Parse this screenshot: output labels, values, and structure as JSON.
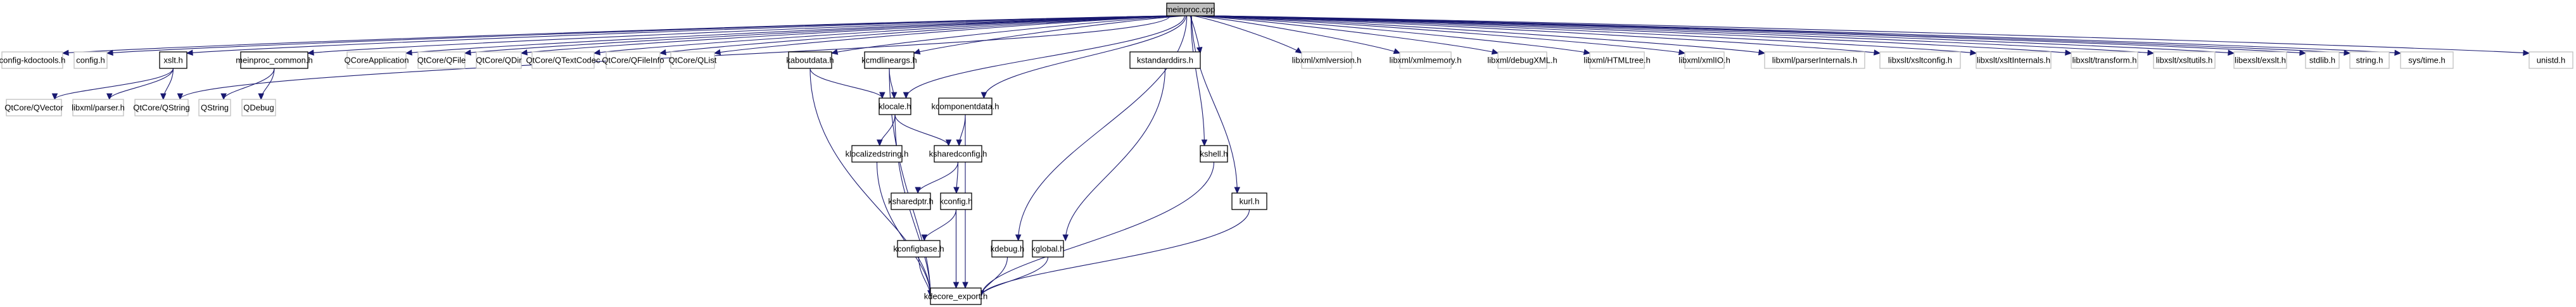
{
  "diagram": {
    "type": "include-dependency-graph",
    "root": "meinproc.cpp",
    "colors": {
      "edge": "#191970",
      "root_fill": "#bfbfbf",
      "local_border": "#000000",
      "external_border": "#bfbfbf"
    },
    "nodes": [
      {
        "id": "meinproc_cpp",
        "label": "meinproc.cpp",
        "kind": "root"
      },
      {
        "id": "config_kdoctools",
        "label": "config-kdoctools.h",
        "kind": "external"
      },
      {
        "id": "config_h",
        "label": "config.h",
        "kind": "external"
      },
      {
        "id": "xslt_h",
        "label": "xslt.h",
        "kind": "local"
      },
      {
        "id": "meinproc_common",
        "label": "meinproc_common.h",
        "kind": "local"
      },
      {
        "id": "qcoreapp",
        "label": "QCoreApplication",
        "kind": "external"
      },
      {
        "id": "qfile",
        "label": "QtCore/QFile",
        "kind": "external"
      },
      {
        "id": "qdir",
        "label": "QtCore/QDir",
        "kind": "external"
      },
      {
        "id": "qtextcodec",
        "label": "QtCore/QTextCodec",
        "kind": "external"
      },
      {
        "id": "qfileinfo",
        "label": "QtCore/QFileInfo",
        "kind": "external"
      },
      {
        "id": "qlist",
        "label": "QtCore/QList",
        "kind": "external"
      },
      {
        "id": "kaboutdata",
        "label": "kaboutdata.h",
        "kind": "local"
      },
      {
        "id": "kcmdlineargs",
        "label": "kcmdlineargs.h",
        "kind": "local"
      },
      {
        "id": "kstandarddirs",
        "label": "kstandarddirs.h",
        "kind": "local"
      },
      {
        "id": "xmlversion",
        "label": "libxml/xmlversion.h",
        "kind": "external"
      },
      {
        "id": "xmlmemory",
        "label": "libxml/xmlmemory.h",
        "kind": "external"
      },
      {
        "id": "debugxml",
        "label": "libxml/debugXML.h",
        "kind": "external"
      },
      {
        "id": "htmltree",
        "label": "libxml/HTMLtree.h",
        "kind": "external"
      },
      {
        "id": "xmlio",
        "label": "libxml/xmlIO.h",
        "kind": "external"
      },
      {
        "id": "parserinternals",
        "label": "libxml/parserInternals.h",
        "kind": "external"
      },
      {
        "id": "xsltconfig",
        "label": "libxslt/xsltconfig.h",
        "kind": "external"
      },
      {
        "id": "xsltinternals",
        "label": "libxslt/xsltInternals.h",
        "kind": "external"
      },
      {
        "id": "transform",
        "label": "libxslt/transform.h",
        "kind": "external"
      },
      {
        "id": "xsltutils",
        "label": "libxslt/xsltutils.h",
        "kind": "external"
      },
      {
        "id": "exslt",
        "label": "libexslt/exslt.h",
        "kind": "external"
      },
      {
        "id": "stdlib",
        "label": "stdlib.h",
        "kind": "external"
      },
      {
        "id": "string_h",
        "label": "string.h",
        "kind": "external"
      },
      {
        "id": "systime",
        "label": "sys/time.h",
        "kind": "external"
      },
      {
        "id": "unistd",
        "label": "unistd.h",
        "kind": "external"
      },
      {
        "id": "qvector",
        "label": "QtCore/QVector",
        "kind": "external"
      },
      {
        "id": "libxmlparser",
        "label": "libxml/parser.h",
        "kind": "external"
      },
      {
        "id": "qtcoreqstring",
        "label": "QtCore/QString",
        "kind": "external"
      },
      {
        "id": "qstring",
        "label": "QString",
        "kind": "external"
      },
      {
        "id": "qdebug",
        "label": "QDebug",
        "kind": "external"
      },
      {
        "id": "klocale",
        "label": "klocale.h",
        "kind": "local"
      },
      {
        "id": "kcomponentdata",
        "label": "kcomponentdata.h",
        "kind": "local"
      },
      {
        "id": "kshell",
        "label": "kshell.h",
        "kind": "local"
      },
      {
        "id": "kurl",
        "label": "kurl.h",
        "kind": "local"
      },
      {
        "id": "klocalizedstring",
        "label": "klocalizedstring.h",
        "kind": "local"
      },
      {
        "id": "ksharedconfig",
        "label": "ksharedconfig.h",
        "kind": "local"
      },
      {
        "id": "ksharedptr",
        "label": "ksharedptr.h",
        "kind": "local"
      },
      {
        "id": "kconfig",
        "label": "kconfig.h",
        "kind": "local"
      },
      {
        "id": "kconfigbase",
        "label": "kconfigbase.h",
        "kind": "local"
      },
      {
        "id": "kdebug",
        "label": "kdebug.h",
        "kind": "local"
      },
      {
        "id": "kglobal",
        "label": "kglobal.h",
        "kind": "local"
      },
      {
        "id": "kdecore_export",
        "label": "kdecore_export.h",
        "kind": "local"
      }
    ],
    "edges": [
      [
        "meinproc_cpp",
        "config_kdoctools"
      ],
      [
        "meinproc_cpp",
        "config_h"
      ],
      [
        "meinproc_cpp",
        "xslt_h"
      ],
      [
        "meinproc_cpp",
        "qtcoreqstring"
      ],
      [
        "meinproc_cpp",
        "meinproc_common"
      ],
      [
        "meinproc_cpp",
        "qcoreapp"
      ],
      [
        "meinproc_cpp",
        "qfile"
      ],
      [
        "meinproc_cpp",
        "qdir"
      ],
      [
        "meinproc_cpp",
        "qtextcodec"
      ],
      [
        "meinproc_cpp",
        "qfileinfo"
      ],
      [
        "meinproc_cpp",
        "qlist"
      ],
      [
        "meinproc_cpp",
        "kaboutdata"
      ],
      [
        "meinproc_cpp",
        "klocale"
      ],
      [
        "meinproc_cpp",
        "kcmdlineargs"
      ],
      [
        "meinproc_cpp",
        "kcomponentdata"
      ],
      [
        "meinproc_cpp",
        "kstandarddirs"
      ],
      [
        "meinproc_cpp",
        "kdebug"
      ],
      [
        "meinproc_cpp",
        "kshell"
      ],
      [
        "meinproc_cpp",
        "kurl"
      ],
      [
        "meinproc_cpp",
        "xmlversion"
      ],
      [
        "meinproc_cpp",
        "xmlmemory"
      ],
      [
        "meinproc_cpp",
        "debugxml"
      ],
      [
        "meinproc_cpp",
        "htmltree"
      ],
      [
        "meinproc_cpp",
        "xmlio"
      ],
      [
        "meinproc_cpp",
        "parserinternals"
      ],
      [
        "meinproc_cpp",
        "xsltconfig"
      ],
      [
        "meinproc_cpp",
        "xsltinternals"
      ],
      [
        "meinproc_cpp",
        "transform"
      ],
      [
        "meinproc_cpp",
        "xsltutils"
      ],
      [
        "meinproc_cpp",
        "exslt"
      ],
      [
        "meinproc_cpp",
        "stdlib"
      ],
      [
        "meinproc_cpp",
        "string_h"
      ],
      [
        "meinproc_cpp",
        "systime"
      ],
      [
        "meinproc_cpp",
        "unistd"
      ],
      [
        "xslt_h",
        "qvector"
      ],
      [
        "xslt_h",
        "libxmlparser"
      ],
      [
        "xslt_h",
        "qtcoreqstring"
      ],
      [
        "meinproc_common",
        "qstring"
      ],
      [
        "meinproc_common",
        "qdebug"
      ],
      [
        "kaboutdata",
        "klocale"
      ],
      [
        "kaboutdata",
        "kdecore_export"
      ],
      [
        "kcmdlineargs",
        "klocale"
      ],
      [
        "kcmdlineargs",
        "kdecore_export"
      ],
      [
        "klocale",
        "klocalizedstring"
      ],
      [
        "klocale",
        "ksharedconfig"
      ],
      [
        "klocale",
        "kdecore_export"
      ],
      [
        "kcomponentdata",
        "ksharedconfig"
      ],
      [
        "kcomponentdata",
        "kdecore_export"
      ],
      [
        "klocalizedstring",
        "kdecore_export"
      ],
      [
        "ksharedconfig",
        "ksharedptr"
      ],
      [
        "ksharedconfig",
        "kconfig"
      ],
      [
        "kconfig",
        "kconfigbase"
      ],
      [
        "kconfig",
        "kdecore_export"
      ],
      [
        "kconfigbase",
        "kdecore_export"
      ],
      [
        "kstandarddirs",
        "kglobal"
      ],
      [
        "kdebug",
        "kdecore_export"
      ],
      [
        "kglobal",
        "kdecore_export"
      ],
      [
        "kshell",
        "kdecore_export"
      ],
      [
        "kurl",
        "kdecore_export"
      ]
    ]
  }
}
